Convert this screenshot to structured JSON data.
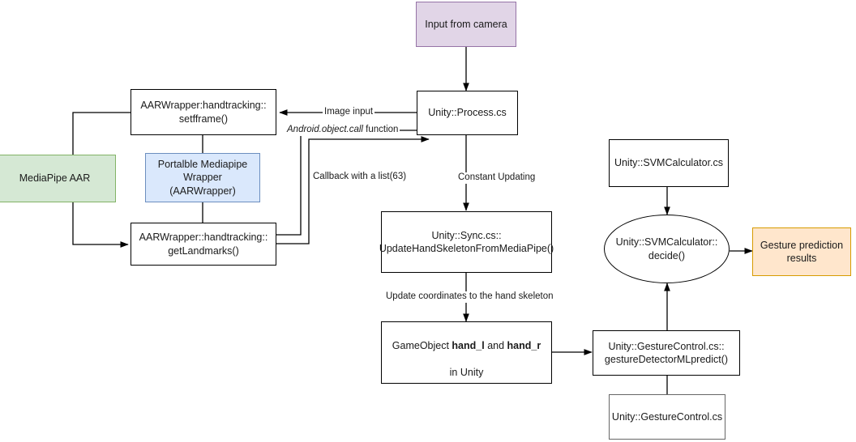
{
  "diagram": {
    "title": "MediaPipe hand tracking to Unity gesture prediction pipeline",
    "colors": {
      "purple_fill": "#e1d5e7",
      "purple_stroke": "#9673a6",
      "green_fill": "#d5e8d4",
      "green_stroke": "#82b366",
      "blue_fill": "#dae8fc",
      "blue_stroke": "#6c8ebf",
      "orange_fill": "#ffe6cc",
      "orange_stroke": "#d79b00",
      "default_fill": "#ffffff",
      "default_stroke": "#000000",
      "grey_stroke": "#666666"
    },
    "nodes": {
      "input_camera": "Input from camera",
      "aar_setfframe": "AARWrapper:handtracking::\nsetfframe()",
      "mediapipe_aar": "MediaPipe AAR",
      "portable_wrapper": "Portalble Mediapipe\nWrapper\n(AARWrapper)",
      "aar_getlandmarks": "AARWrapper::handtracking::\ngetLandmarks()",
      "unity_process": "Unity::Process.cs",
      "unity_sync": "Unity::Sync.cs::\nUpdateHandSkeletonFromMediaPipe()",
      "gameobject_hands_prefix": "GameObject ",
      "gameobject_hands_bold1": "hand_l",
      "gameobject_hands_mid": " and ",
      "gameobject_hands_bold2": "hand_r",
      "gameobject_hands_suffix": "in Unity",
      "svm_calculator_cs": "Unity::SVMCalculator.cs",
      "svm_decide": "Unity::SVMCalculator::\ndecide()",
      "gesture_results": "Gesture prediction\nresults",
      "gesture_ml_predict": "Unity::GestureControl.cs::\ngestureDetectorMLpredict()",
      "gesture_control_cs": "Unity::GestureControl.cs"
    },
    "edge_labels": {
      "image_input": "Image input",
      "android_object_call_italic": "Android.object.call",
      "android_object_call_rest": " function",
      "callback_list": "Callback with a list(63)",
      "constant_updating": "Constant Updating",
      "update_coordinates": "Update coordinates to the hand skeleton"
    }
  }
}
